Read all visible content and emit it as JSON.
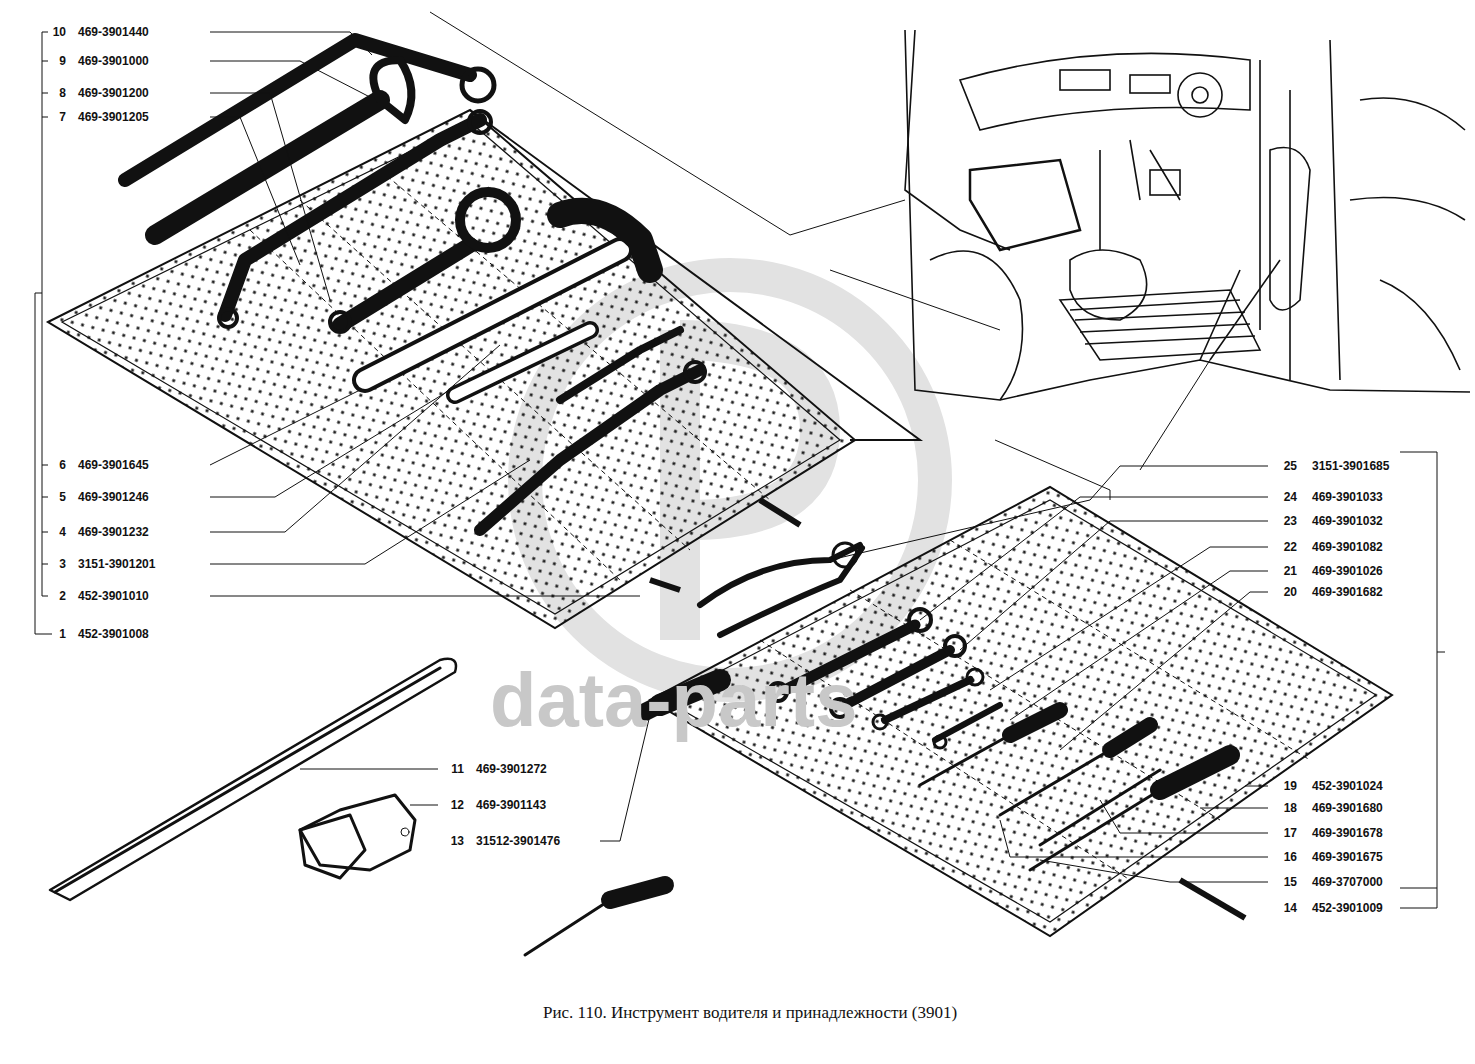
{
  "diagram": {
    "caption": "Рис. 110. Инструмент водителя и принадлежности (3901)",
    "labels": [
      "10",
      "469-3901440",
      "9",
      "469-3901000",
      "8",
      "469-3901200",
      "7",
      "469-3901205",
      "6",
      "469-3901645",
      "5",
      "469-3901246",
      "4",
      "469-3901232",
      "3",
      "3151-3901201",
      "2",
      "452-3901010",
      "1",
      "452-3901008",
      "25",
      "3151-3901685",
      "24",
      "469-3901033",
      "23",
      "469-3901032",
      "22",
      "469-3901082",
      "21",
      "469-3901026",
      "20",
      "469-3901682",
      "11",
      "469-3901272",
      "12",
      "469-3901143",
      "13",
      "31512-3901476",
      "19",
      "452-3901024",
      "18",
      "469-3901680",
      "17",
      "469-3901678",
      "16",
      "469-3901675",
      "15",
      "469-3707000",
      "14",
      "452-3901009",
      "data-parts"
    ]
  }
}
